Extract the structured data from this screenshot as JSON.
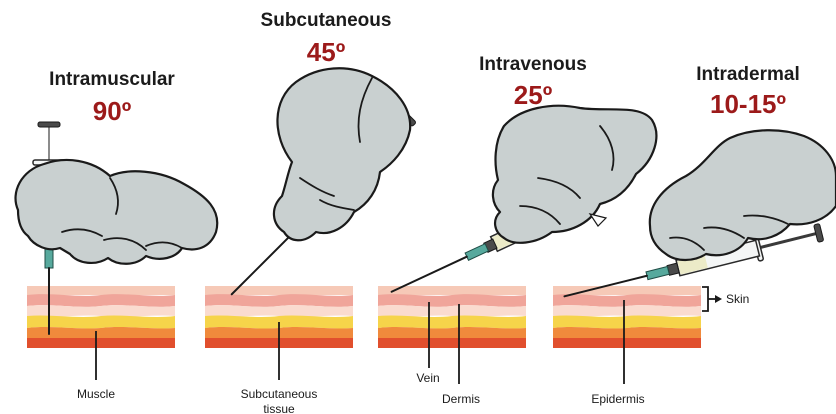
{
  "injections": [
    {
      "title": "Intramuscular",
      "angle": "90º"
    },
    {
      "title": "Subcutaneous",
      "angle": "45º"
    },
    {
      "title": "Intravenous",
      "angle": "25º"
    },
    {
      "title": "Intradermal",
      "angle": "10-15º"
    }
  ],
  "layer_labels": {
    "muscle": "Muscle",
    "subcutaneous_line1": "Subcutaneous",
    "subcutaneous_line2": "tissue",
    "vein": "Vein",
    "dermis": "Dermis",
    "epidermis": "Epidermis",
    "skin": "Skin"
  },
  "colors": {
    "angle_text": "#9c1a1a",
    "glove": "#c9d0d0",
    "skin_top": "#f6c9b7",
    "skin_pink": "#f0a59a",
    "skin_cream": "#f9e2b0",
    "fat_yellow": "#f6d44a",
    "muscle_orange": "#f08a3c",
    "muscle_red": "#e14f2d",
    "needle_hub": "#57a99d"
  }
}
